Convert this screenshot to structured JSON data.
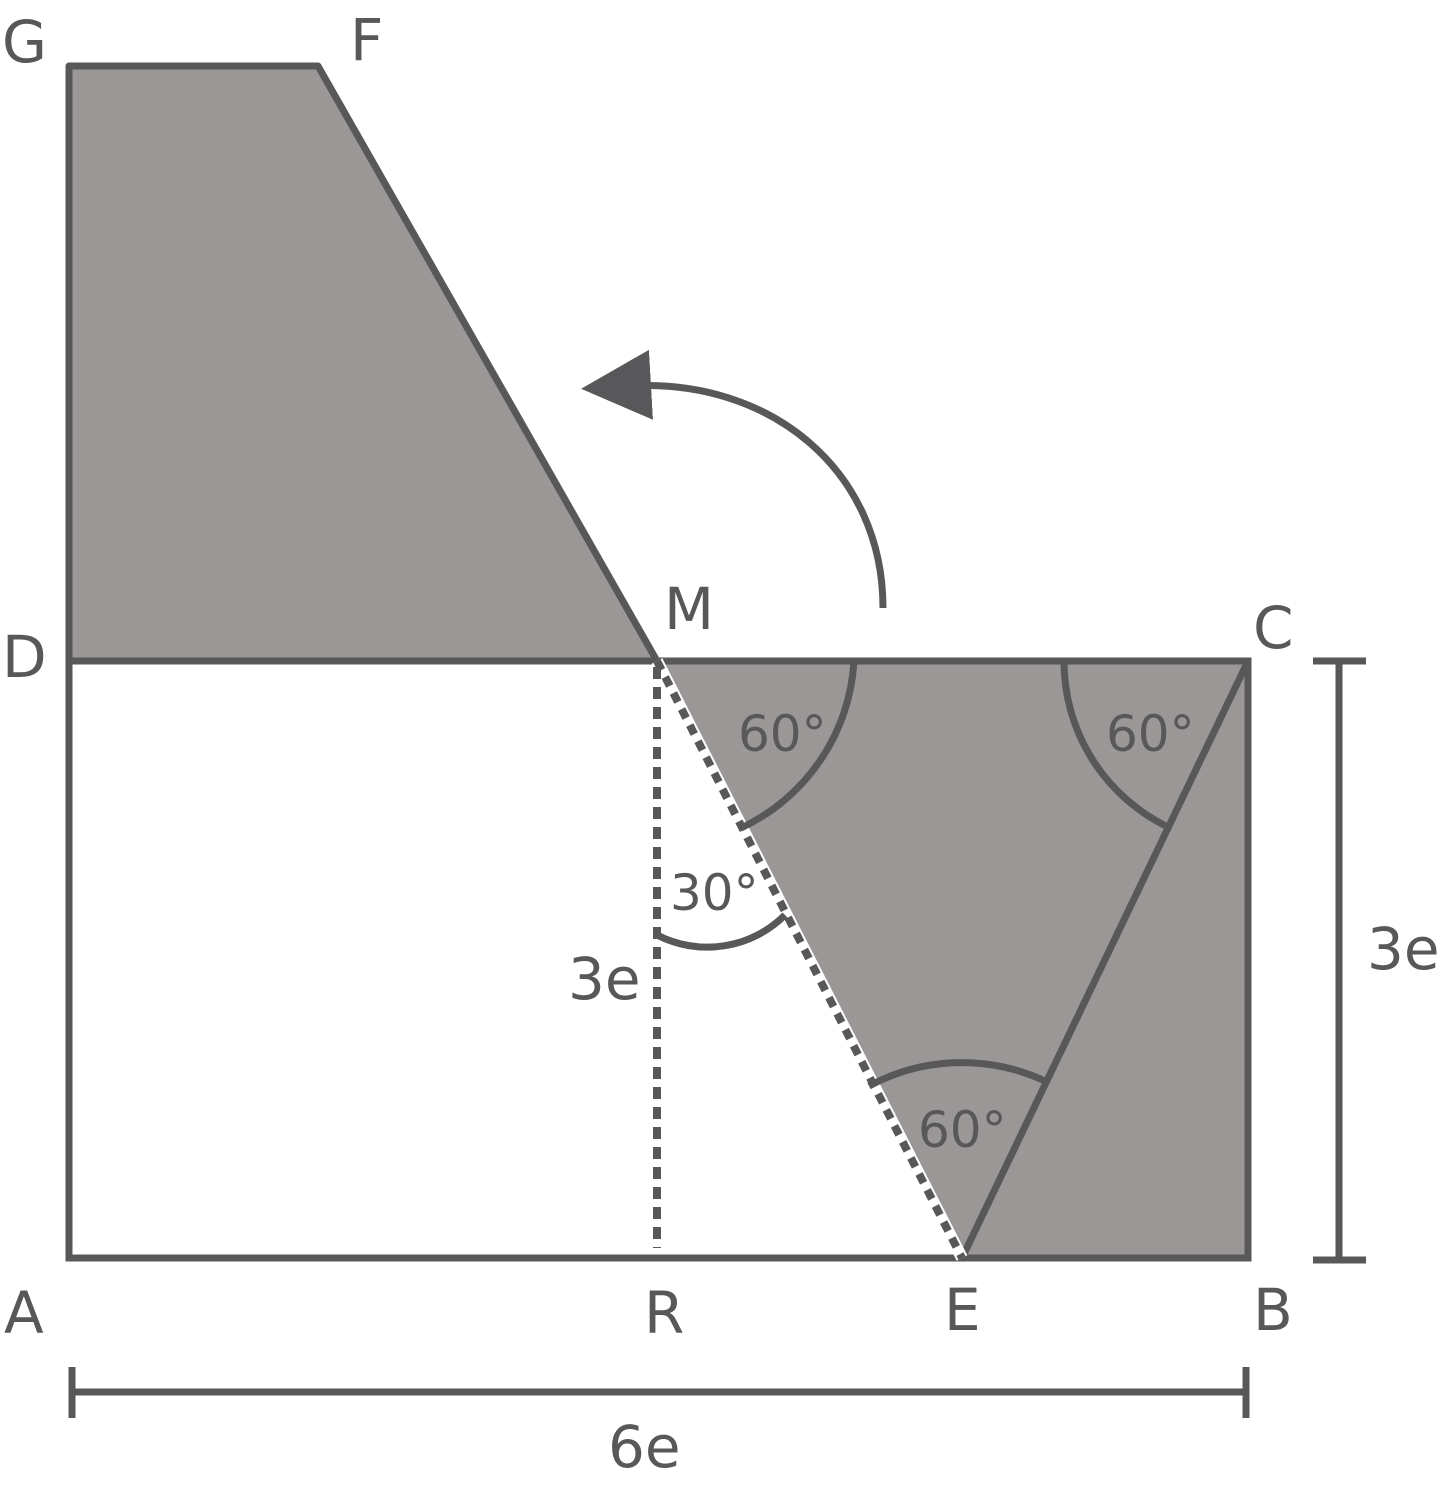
{
  "colors": {
    "stroke": "#58585a",
    "fill": "#9a9796",
    "background": "#ffffff"
  },
  "points": {
    "A": "A",
    "B": "B",
    "C": "C",
    "D": "D",
    "E": "E",
    "F": "F",
    "G": "G",
    "M": "M",
    "R": "R"
  },
  "angles": {
    "at_m": "60°",
    "at_c": "60°",
    "at_e": "60°",
    "at_mr": "30°"
  },
  "dimensions": {
    "width": "6e",
    "height": "3e",
    "mr": "3e"
  },
  "icons": {
    "rotation": "curved-arrow-icon"
  }
}
